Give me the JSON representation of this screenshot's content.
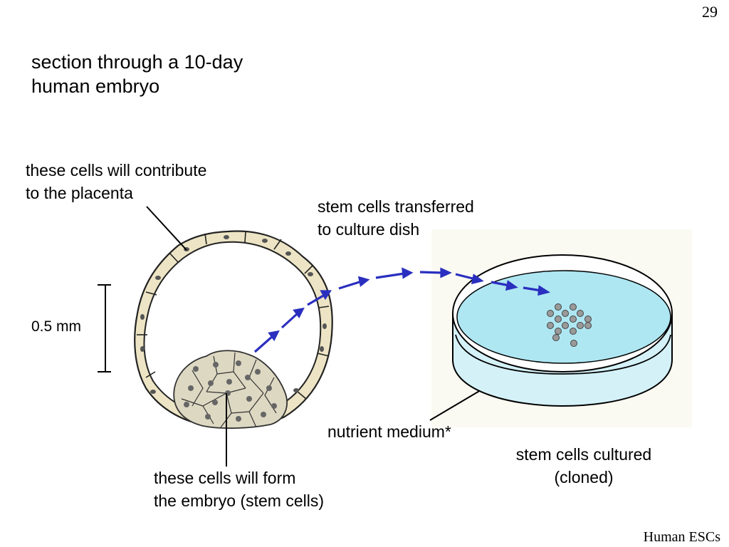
{
  "slide": {
    "number": "29",
    "title_line1": "section through a 10-day",
    "title_line2": "human embryo",
    "footer": "Human ESCs"
  },
  "labels": {
    "placenta_line1": "these cells will contribute",
    "placenta_line2": " to the placenta",
    "transfer_line1": "stem cells transferred",
    "transfer_line2": "to culture dish",
    "scale": "0.5 mm",
    "medium": "nutrient medium*",
    "cultured_line1": "stem cells cultured",
    "cultured_line2": "(cloned)",
    "embryo_line1": "these cells will form",
    "embryo_line2": "the embryo (stem cells)"
  },
  "colors": {
    "cell_fill": "#ece4c4",
    "inner_cell_fill": "#ddd8c2",
    "medium_fill": "#aee7f2",
    "arrow": "#2a2fbf",
    "dish_colony": "#9a9a9a"
  }
}
